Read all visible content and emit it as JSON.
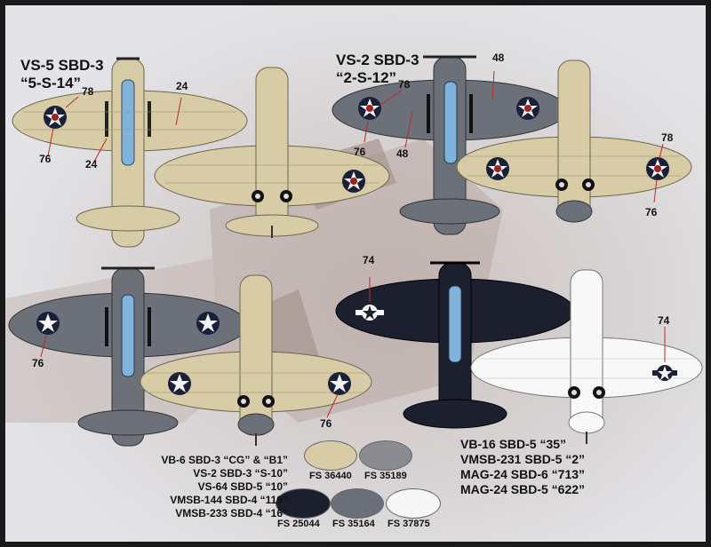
{
  "profiles": {
    "top_left": {
      "title_line1": "VS-5 SBD-3",
      "title_line2": "“5-S-14”"
    },
    "top_right": {
      "title_line1": "VS-2 SBD-3",
      "title_line2": "“2-S-12”"
    }
  },
  "callouts": {
    "c78_a": "78",
    "c76_a": "76",
    "c24_a": "24",
    "c24_b": "24",
    "c78_b": "78",
    "c76_b": "76",
    "c48_a": "48",
    "c48_b": "48",
    "c78_c": "78",
    "c76_c": "76",
    "c76_d": "76",
    "c76_e": "76",
    "c74_a": "74",
    "c74_b": "74"
  },
  "swatches": [
    {
      "code": "FS 36440",
      "color": "#d7cca6"
    },
    {
      "code": "FS 35189",
      "color": "#8a8c91"
    },
    {
      "code": "FS 25044",
      "color": "#1c1f2e"
    },
    {
      "code": "FS 35164",
      "color": "#6b6f7a"
    },
    {
      "code": "FS 37875",
      "color": "#f7f7f7"
    }
  ],
  "bottom_left_list": [
    "VB-6 SBD-3 “CG” & “B1”",
    "VS-2 SBD-3 “S-10”",
    "VS-64 SBD-5 “10”",
    "VMSB-144 SBD-4 “119”",
    "VMSB-233 SBD-4 “16”"
  ],
  "bottom_right_list": [
    "VB-16 SBD-5 “35”",
    "VMSB-231 SBD-5 “2”",
    "MAG-24 SBD-6 “713”",
    "MAG-24 SBD-5 “622”"
  ],
  "colors": {
    "sand": "#d7cca6",
    "sand_dark": "#b9ad86",
    "blue_gray": "#6c7079",
    "gray_light": "#8c8f96",
    "navy": "#1c1f2e",
    "white": "#f8f8f8",
    "insignia_red": "#a02222",
    "insignia_blue": "#1a2038",
    "canopy_blue": "#7fb3d9"
  }
}
